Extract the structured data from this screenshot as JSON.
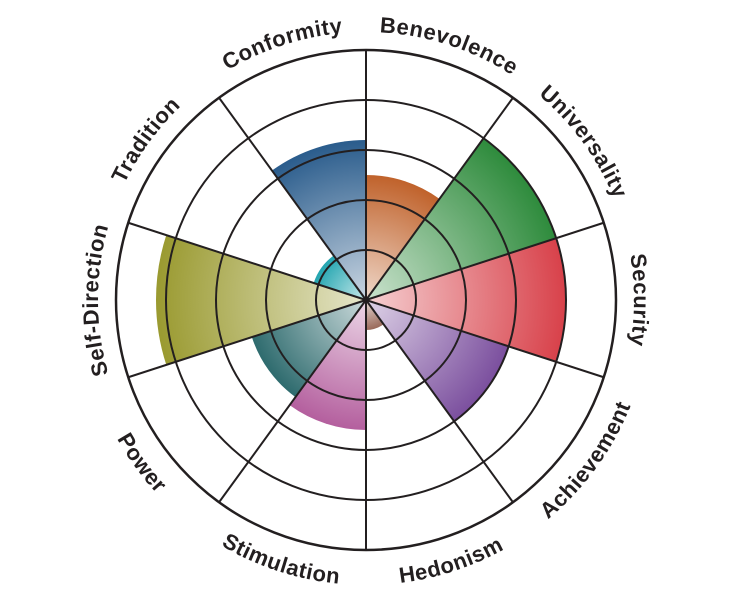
{
  "chart_data": {
    "type": "polar-area",
    "title": "",
    "max_value": 5,
    "rings": [
      1,
      2,
      3,
      4,
      5
    ],
    "grid": true,
    "categories": [
      "Benevolence",
      "Universality",
      "Security",
      "Achievement",
      "Hedonism",
      "Stimulation",
      "Power",
      "Self-Direction",
      "Tradition",
      "Conformity"
    ],
    "values": [
      2.5,
      4.0,
      4.0,
      3.0,
      0.6,
      2.6,
      2.4,
      4.2,
      1.1,
      3.2
    ],
    "colors": [
      "#c0622b",
      "#2e8b3c",
      "#d8414a",
      "#7b4f9e",
      "#9a6a5a",
      "#b45f9e",
      "#2e6b6e",
      "#9a9a30",
      "#23a5b0",
      "#2a5c8c"
    ]
  }
}
